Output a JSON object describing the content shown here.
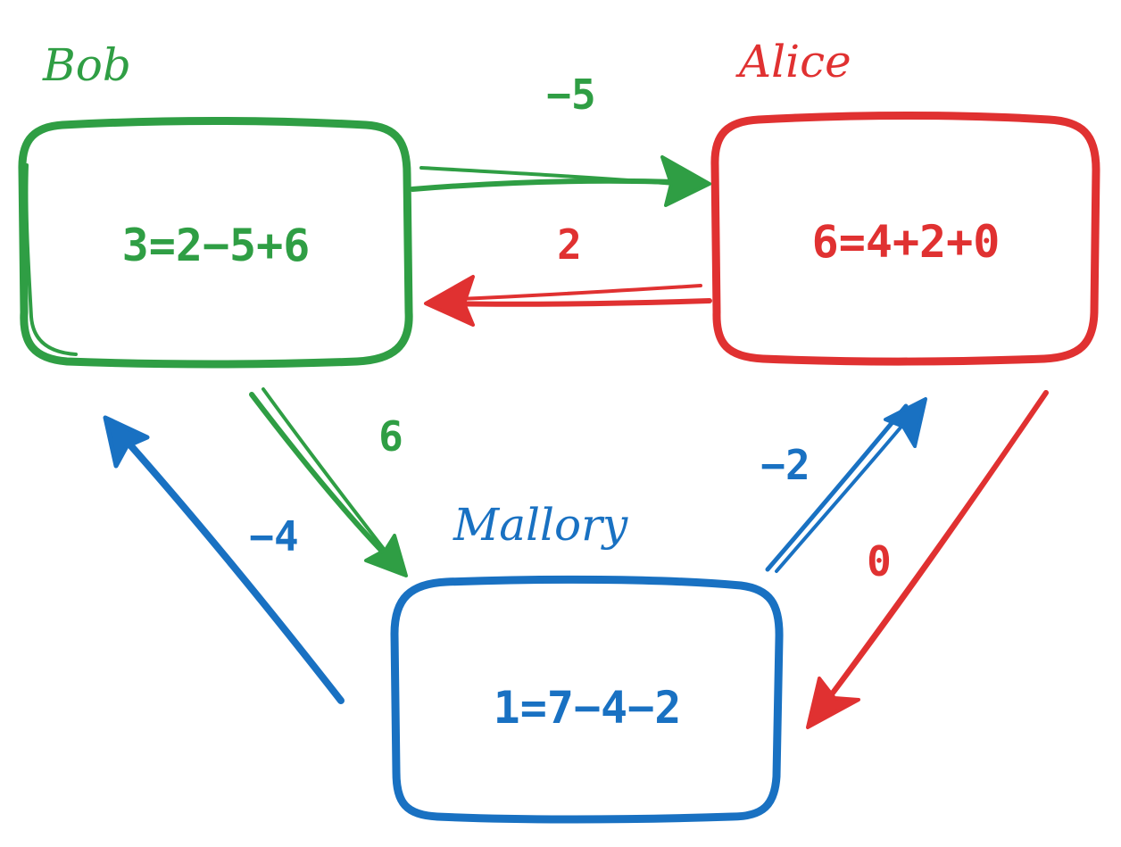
{
  "colors": {
    "bob": "#2f9e44",
    "alice": "#e03131",
    "mallory": "#1971c2",
    "background": "#ffffff"
  },
  "nodes": {
    "bob": {
      "name": "Bob",
      "equation": "3=2−5+6"
    },
    "alice": {
      "name": "Alice",
      "equation": "6=4+2+0"
    },
    "mallory": {
      "name": "Mallory",
      "equation": "1=7−4−2"
    }
  },
  "edges": {
    "bob_to_alice": {
      "label": "−5",
      "from": "Bob",
      "to": "Alice"
    },
    "alice_to_bob": {
      "label": "2",
      "from": "Alice",
      "to": "Bob"
    },
    "bob_to_mallory": {
      "label": "6",
      "from": "Bob",
      "to": "Mallory"
    },
    "mallory_to_bob": {
      "label": "−4",
      "from": "Mallory",
      "to": "Bob"
    },
    "mallory_to_alice": {
      "label": "−2",
      "from": "Mallory",
      "to": "Alice"
    },
    "alice_to_mallory": {
      "label": "0",
      "from": "Alice",
      "to": "Mallory"
    }
  }
}
